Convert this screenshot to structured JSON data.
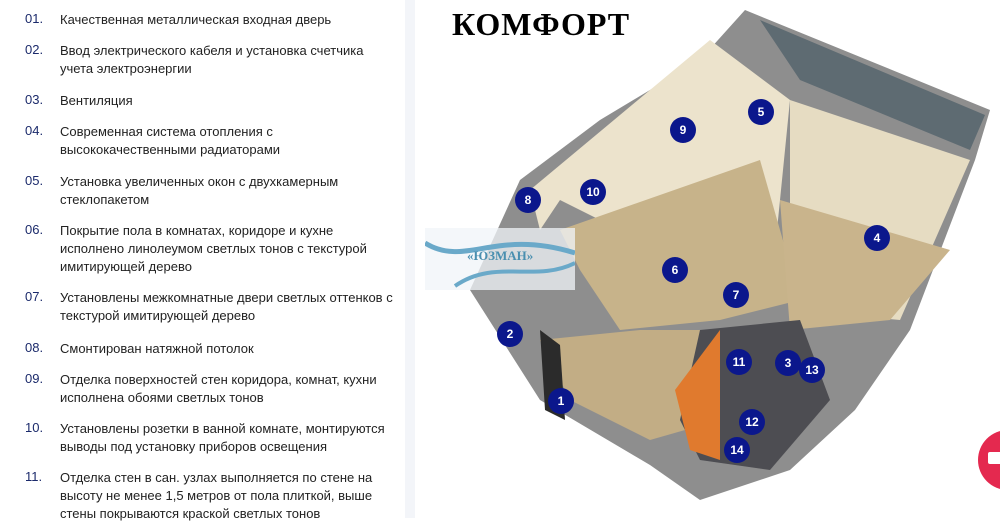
{
  "title": "КОМФОРТ",
  "logo_text": "«ЮЗМАН»",
  "features": [
    {
      "num": "01.",
      "text": "Качественная металлическая входная дверь"
    },
    {
      "num": "02.",
      "text": "Ввод электрического кабеля и установка счетчика учета электроэнергии"
    },
    {
      "num": "03.",
      "text": "Вентиляция"
    },
    {
      "num": "04.",
      "text": "Современная система отопления с высококачественными радиаторами"
    },
    {
      "num": "05.",
      "text": "Установка увеличенных окон с двухкамерным стеклопакетом"
    },
    {
      "num": "06.",
      "text": "Покрытие пола в комнатах, коридоре и кухне исполнено линолеумом светлых тонов с текстурой имитирующей дерево"
    },
    {
      "num": "07.",
      "text": "Установлены межкомнатные двери светлых оттенков с текстурой имитирующей дерево"
    },
    {
      "num": "08.",
      "text": "Смонтирован натяжной потолок"
    },
    {
      "num": "09.",
      "text": "Отделка поверхностей стен коридора, комнат, кухни исполнена обоями светлых тонов"
    },
    {
      "num": "10.",
      "text": "Установлены розетки в ванной комнате, монтируются выводы под установку приборов освещения"
    },
    {
      "num": "11.",
      "text": "Отделка стен в сан. узлах выполняется по стене на высоту не менее 1,5 метров от пола плиткой, выше стены покрываются краской светлых тонов"
    }
  ],
  "markers": [
    "1",
    "2",
    "3",
    "4",
    "5",
    "6",
    "7",
    "8",
    "9",
    "10",
    "11",
    "12",
    "13",
    "14"
  ],
  "colors": {
    "marker": "#0b178c",
    "chat": "#e4294f",
    "number": "#1b2a6b"
  }
}
